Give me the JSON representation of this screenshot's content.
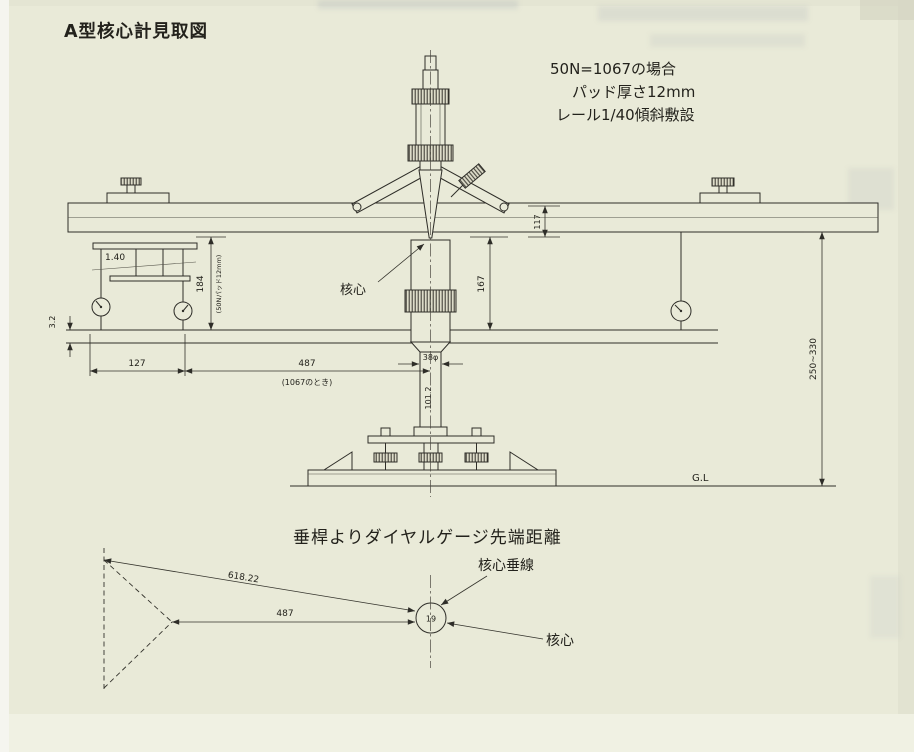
{
  "colors": {
    "paper": "#e9ead8",
    "ink": "#2e2d28"
  },
  "title": "A型核心計見取図",
  "notes": {
    "line1": "50N=1067の場合",
    "line2": "パッド厚さ12mm",
    "line3": "レール1/40傾斜敷設"
  },
  "main": {
    "core_label": "核心",
    "gl_label": "G.L",
    "slope_label": "1.40",
    "dim_184": "184",
    "dim_184_note": "(50Nパッド12mm)",
    "dim_3_2": "3.2",
    "dim_127": "127",
    "dim_487": "487",
    "dim_487_note": "(1067のとき)",
    "dim_38phi": "38φ",
    "dim_101_2": "101.2",
    "dim_117": "117",
    "dim_167": "167",
    "dim_250_330": "250~330"
  },
  "bottom": {
    "caption": "垂桿よりダイヤルゲージ先端距離",
    "core_vertical_label": "核心垂線",
    "core_label": "核心",
    "dim_618_22": "618.22",
    "dim_487": "487",
    "gauge_number": "19"
  }
}
